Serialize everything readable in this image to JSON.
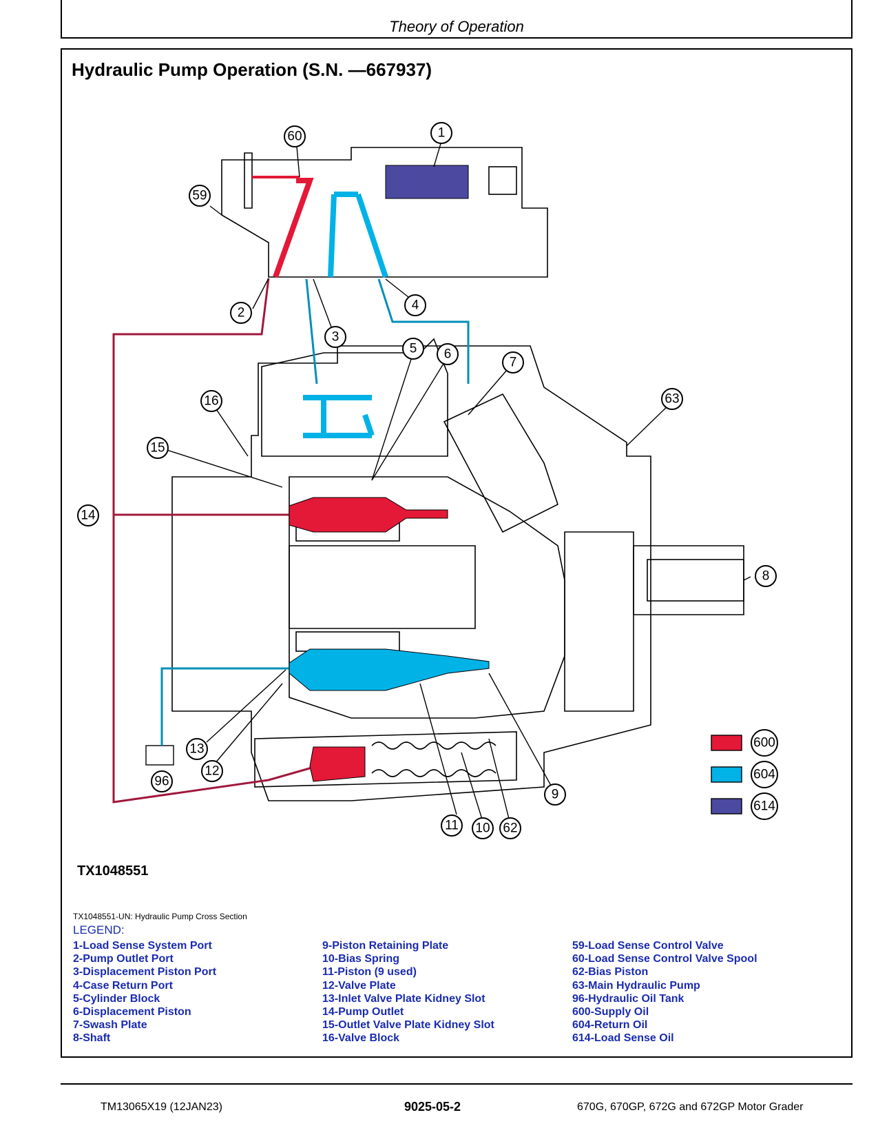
{
  "header": {
    "title": "Theory of Operation"
  },
  "section": {
    "title": "Hydraulic Pump Operation (S.N. —667937)"
  },
  "figure": {
    "id": "TX1048551",
    "caption": "TX1048551-UN: Hydraulic Pump Cross Section",
    "callouts": [
      "60",
      "1",
      "59",
      "2",
      "3",
      "4",
      "5",
      "6",
      "7",
      "63",
      "16",
      "15",
      "14",
      "8",
      "13",
      "12",
      "96",
      "11",
      "10",
      "62",
      "9"
    ],
    "color_key": [
      {
        "label": "600",
        "color": "#e31937"
      },
      {
        "label": "604",
        "color": "#00b2e6"
      },
      {
        "label": "614",
        "color": "#4b4aa0"
      }
    ]
  },
  "legend": {
    "title": "LEGEND:",
    "col1": [
      "1-Load Sense System Port",
      "2-Pump Outlet Port",
      "3-Displacement Piston Port",
      "4-Case Return Port",
      "5-Cylinder Block",
      "6-Displacement Piston",
      "7-Swash Plate",
      "8-Shaft"
    ],
    "col2": [
      "9-Piston Retaining Plate",
      "10-Bias Spring",
      "11-Piston (9 used)",
      "12-Valve Plate",
      "13-Inlet Valve Plate Kidney Slot",
      "14-Pump Outlet",
      "15-Outlet Valve Plate Kidney Slot",
      "16-Valve Block"
    ],
    "col3": [
      "59-Load Sense Control Valve",
      "60-Load Sense Control Valve Spool",
      "62-Bias Piston",
      "63-Main Hydraulic Pump",
      "96-Hydraulic Oil Tank",
      "600-Supply Oil",
      "604-Return Oil",
      "614-Load Sense Oil"
    ]
  },
  "footer": {
    "left": "TM13065X19 (12JAN23)",
    "center": "9025-05-2",
    "right": "670G, 670GP, 672G and 672GP Motor Grader"
  }
}
